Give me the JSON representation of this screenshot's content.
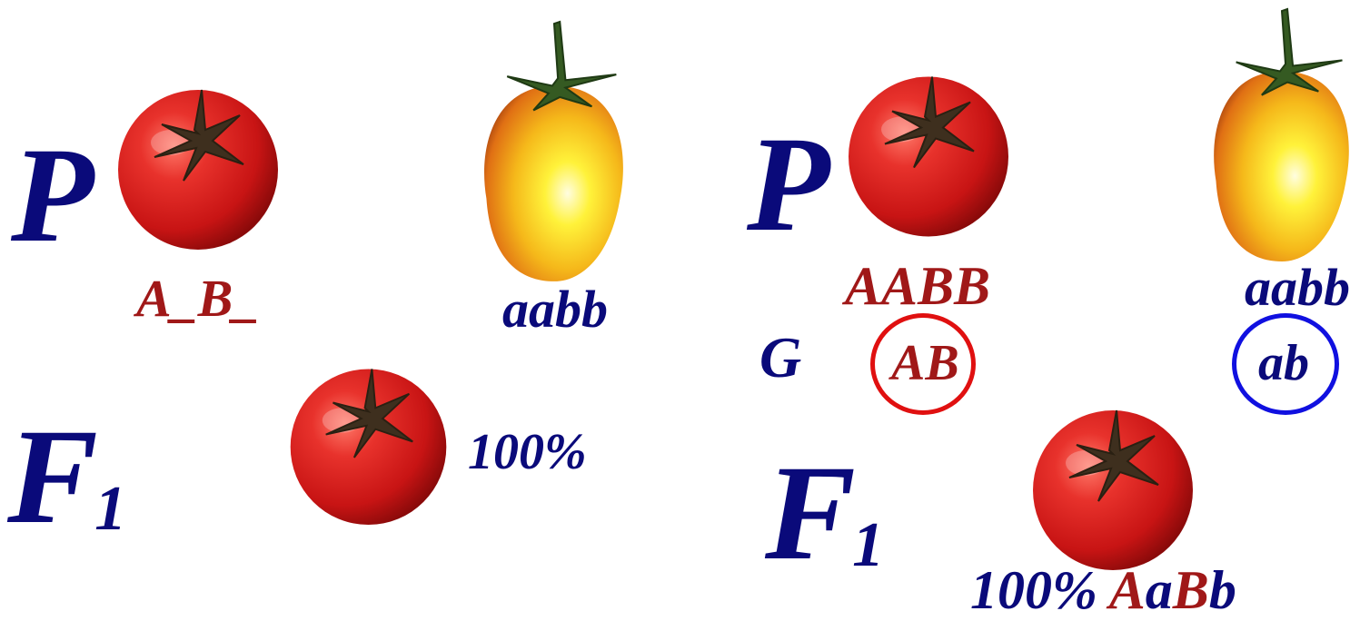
{
  "left_panel": {
    "p_label": "P",
    "f1_label": "F",
    "f1_subscript": "1",
    "parent_red_genotype": "A_B_",
    "parent_yellow_genotype": "aabb",
    "f1_percent": "100%"
  },
  "right_panel": {
    "p_label": "P",
    "g_label": "G",
    "f1_label": "F",
    "f1_subscript": "1",
    "parent_red_genotype": "AABB",
    "parent_yellow_genotype": "aabb",
    "gamete_red": "AB",
    "gamete_yellow": "ab",
    "f1_percent": "100%",
    "f1_genotype": [
      "A",
      "a",
      "B",
      "b"
    ]
  },
  "colors": {
    "label_blue": "#0a0a7a",
    "label_red": "#a01818",
    "circle_red": "#e01010",
    "circle_blue": "#1010e0",
    "tomato_red": "#d81c1c",
    "tomato_yellow": "#f7d21a"
  },
  "icons": [
    "red-tomato-icon",
    "yellow-tomato-icon"
  ]
}
